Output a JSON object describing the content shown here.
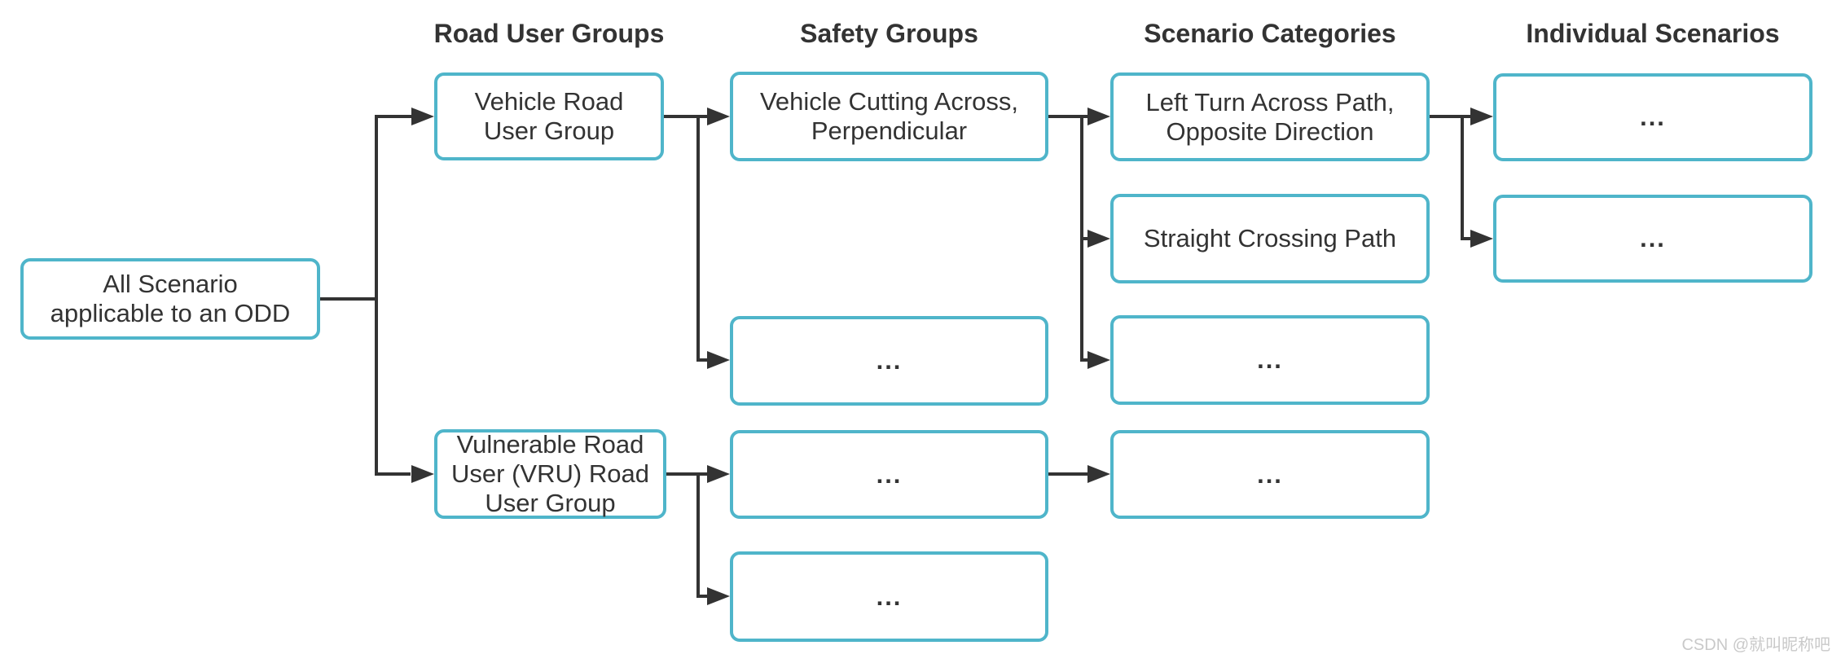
{
  "headers": [
    "Road User Groups",
    "Safety Groups",
    "Scenario Categories",
    "Individual Scenarios"
  ],
  "nodes": {
    "root": "All Scenario\napplicable to an ODD",
    "vehicle_rug": "Vehicle Road\nUser Group",
    "vru_rug": "Vulnerable Road\nUser (VRU) Road\nUser Group",
    "vehicle_cutting": "Vehicle Cutting Across,\nPerpendicular",
    "safety_more_1": "...",
    "safety_more_2": "...",
    "safety_more_3": "...",
    "left_turn": "Left Turn Across Path,\nOpposite Direction",
    "straight_crossing": "Straight Crossing Path",
    "scenario_more_1": "...",
    "scenario_more_2": "...",
    "individual_more_1": "...",
    "individual_more_2": "..."
  },
  "watermark": "CSDN @就叫昵称吧",
  "colors": {
    "box_border": "#4fb5ca",
    "box_fill": "#ffffff",
    "connector": "#333333",
    "text": "#333333",
    "watermark_text": "#c9c9c9"
  }
}
